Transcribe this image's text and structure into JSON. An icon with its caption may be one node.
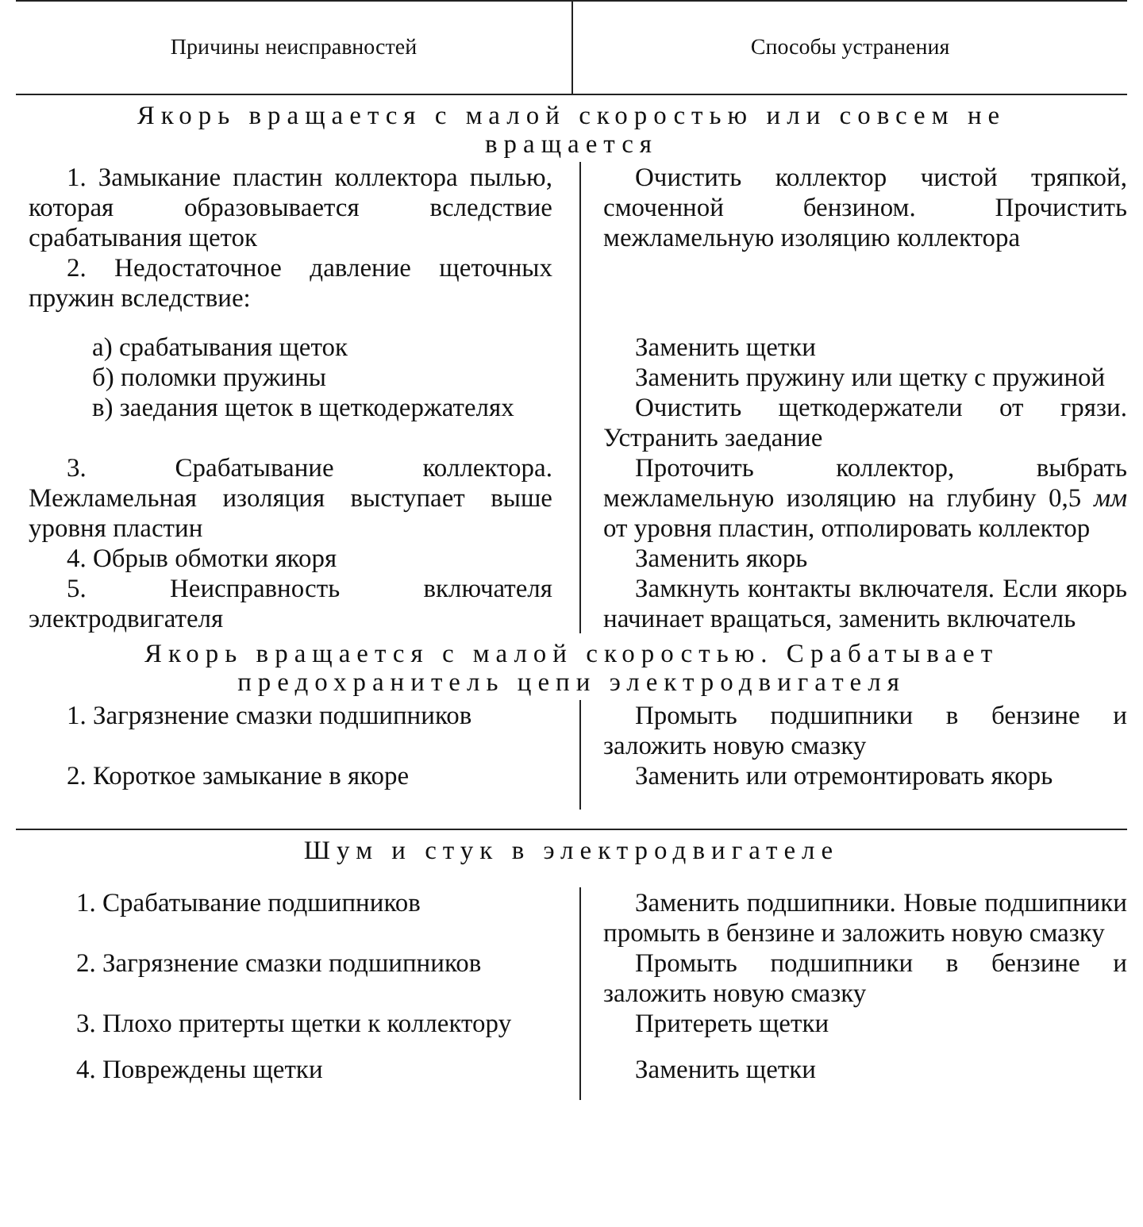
{
  "diagram": {
    "labels": [
      "Причины неисправностей",
      "Способы устранения",
      "Якорь вращается с малой скоростью или совсем не вращается",
      "1. Замыкание пластин коллектора пылью, которая образовывается вследствие срабатывания щеток",
      "Очистить коллектор чистой тряпкой, смоченной бензином. Прочистить межламельную изоляцию коллектора",
      "2. Недостаточное давление щеточных пружин вследствие:",
      "а) срабатывания щеток",
      "Заменить щетки",
      "б) поломки пружины",
      "Заменить пружину или щетку с пружиной",
      "в) заедания щеток в щеткодержателях",
      "Очистить щеткодержатели от грязи. Устранить заедание",
      "3. Срабатывание коллектора. Межламельная изоляция выступает выше уровня пластин",
      "Проточить коллектор, выбрать межламельную изоляцию на глубину 0,5 *мм* от уровня пластин, отполировать коллектор",
      "4. Обрыв обмотки якоря",
      "Заменить якорь",
      "5. Неисправность включателя электродвигателя",
      "Замкнуть контакты включателя. Если якорь начинает вращаться, заменить включатель",
      "Якорь вращается с малой скоростью. Срабатывает предохранитель цепи электродвигателя",
      "1. Загрязнение смазки подшипников",
      "Промыть подшипники в бензине и заложить новую смазку",
      "2. Короткое замыкание в якоре",
      "Заменить или отремонтировать якорь",
      "Шум и стук в электродвигателе",
      "1. Срабатывание подшипников",
      "Заменить подшипники. Новые подшипники промыть в бензине и заложить новую смазку",
      "2. Загрязнение смазки подшипников",
      "Промыть подшипники в бензине и заложить новую смазку",
      "3. Плохо притерты щетки к коллектору",
      "Притереть щетки",
      "4. Повреждены щетки",
      "Заменить щетки"
    ]
  }
}
